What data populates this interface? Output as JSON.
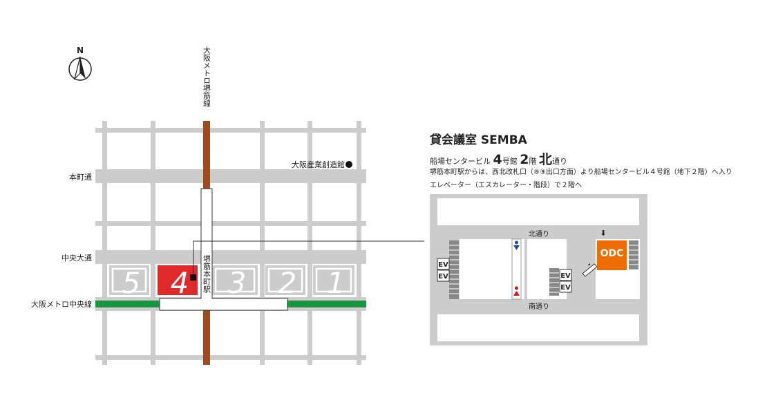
{
  "compass": {
    "label": "N"
  },
  "streets": {
    "honmachi_dori": "本町通",
    "chuo_odori": "中央大通",
    "chuo_line": "大阪メトロ中央線",
    "sakaisuji_line": "大阪メトロ堺筋線"
  },
  "landmarks": {
    "industry_hall": "大阪産業創造館",
    "station": "堺筋本町駅"
  },
  "exits": [
    "5",
    "4",
    "3",
    "2",
    "1"
  ],
  "info": {
    "title": "貸会議室 SEMBA",
    "building_prefix": "船場センタービル",
    "building_no": "4",
    "building_unit": "号館",
    "floor_no": "2",
    "floor_unit": "階",
    "side_big": "北",
    "side_rest": "通り",
    "desc_line1": "堺筋本町駅からは、西北改札口（⑧⑨出口方面）より船場センタービル４号館（地下２階）へ入り",
    "desc_line2": "エレベーター（エスカレーター・階段）で２階へ"
  },
  "detail": {
    "north_street": "北通り",
    "south_street": "南通り",
    "ev_label": "EV",
    "odc_logo": "ODC",
    "arrow": "⬇"
  },
  "colors": {
    "road": "#cccccc",
    "sakaisuji": "#9e4a1c",
    "chuo_line": "#1a9640",
    "exit4": "#e0292b",
    "odc": "#ef6c00",
    "toilet_male": "#1e4fa3",
    "toilet_female": "#d4141b"
  }
}
